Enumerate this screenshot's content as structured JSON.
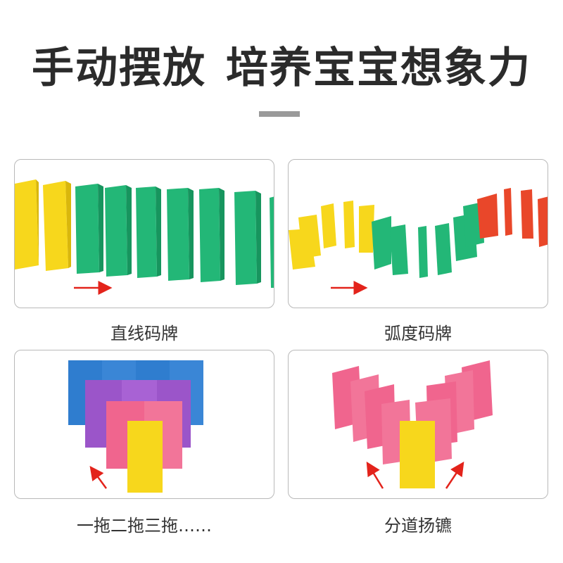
{
  "headline": {
    "part1": "手动摆放",
    "part2": "培养宝宝想象力"
  },
  "colors": {
    "yellow": "#f7d71c",
    "green": "#23b777",
    "red": "#e9472a",
    "blue": "#2f7dcf",
    "purple": "#9b55c9",
    "pink": "#f0658e",
    "arrow": "#e3231b",
    "divider": "#9a9a9a"
  },
  "panels": [
    {
      "caption": "直线码牌",
      "image": "domino-straight-line-photo",
      "arrow": "right-arrow"
    },
    {
      "caption": "弧度码牌",
      "image": "domino-curved-line-photo",
      "arrow": "right-arrow"
    },
    {
      "caption": "一拖二拖三拖……",
      "image": "domino-pyramid-photo",
      "arrow": "diagonal-arrow"
    },
    {
      "caption": "分道扬镳",
      "image": "domino-split-path-photo",
      "arrow": "diagonal-arrows"
    }
  ]
}
